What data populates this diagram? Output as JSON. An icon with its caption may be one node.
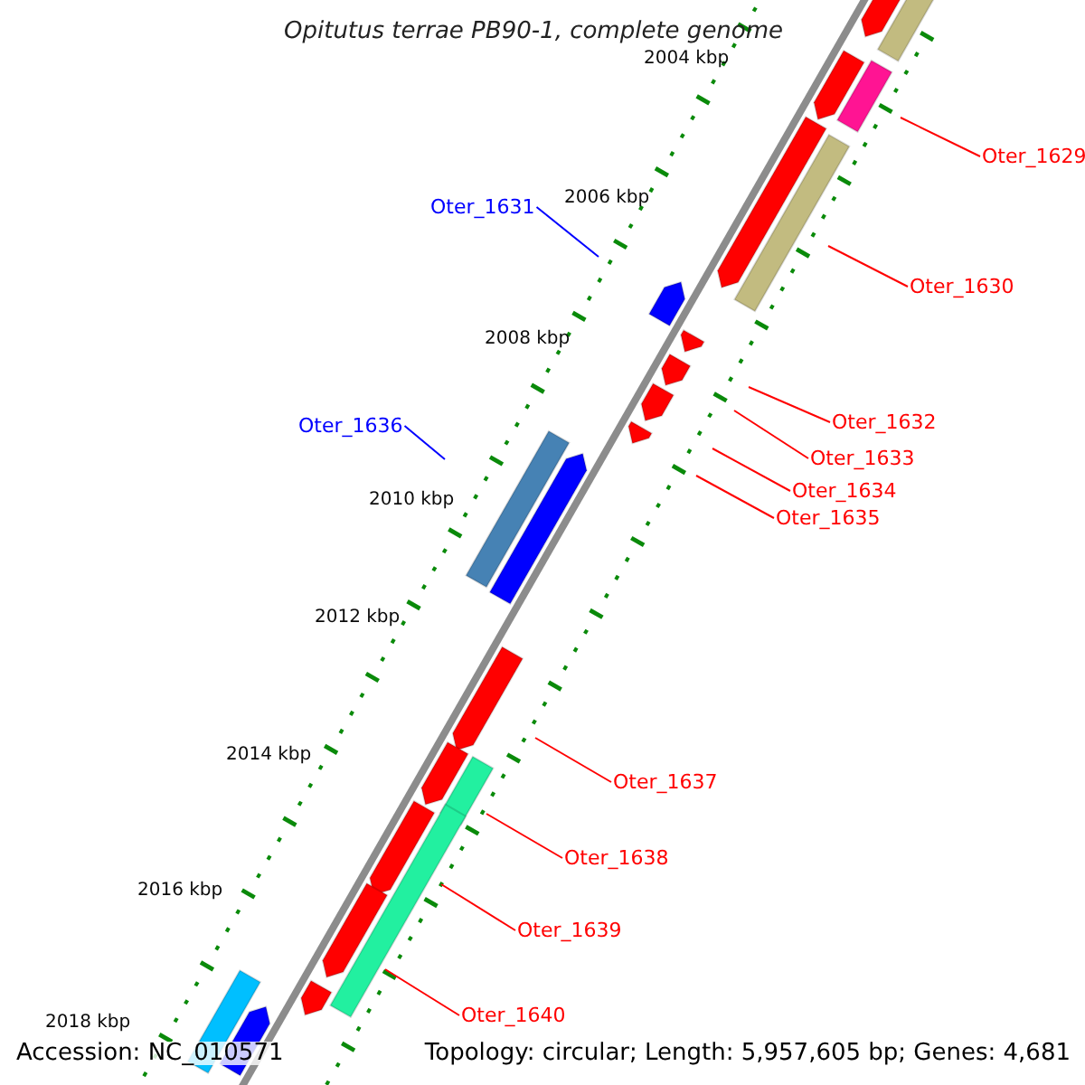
{
  "diagram": {
    "title": "Opitutus terrae PB90-1, complete genome",
    "nodes": [
      {
        "text": [
          "Oter_1629"
        ]
      },
      {
        "text": [
          "Oter_1631"
        ]
      },
      {
        "text": [
          "Oter_1630"
        ]
      },
      {
        "text": [
          "Oter_1632"
        ]
      },
      {
        "text": [
          "Oter_1636"
        ]
      },
      {
        "text": [
          "Oter_1633"
        ]
      },
      {
        "text": [
          "Oter_1634"
        ]
      },
      {
        "text": [
          "Oter_1635"
        ]
      },
      {
        "text": [
          "Oter_1637"
        ]
      },
      {
        "text": [
          "Oter_1638"
        ]
      },
      {
        "text": [
          "Oter_1639"
        ]
      },
      {
        "text": [
          "Oter_1640"
        ]
      }
    ],
    "edges": [
      {
        "from": 0,
        "to": null,
        "arrow": "none"
      },
      {
        "from": 1,
        "to": null,
        "arrow": "none",
        "color": "#0000ff"
      },
      {
        "from": 2,
        "to": null,
        "arrow": "none"
      },
      {
        "from": 3,
        "to": null,
        "arrow": "none"
      },
      {
        "from": 4,
        "to": null,
        "arrow": "none",
        "color": "#0000ff"
      },
      {
        "from": 5,
        "to": null,
        "arrow": "none"
      },
      {
        "from": 6,
        "to": null,
        "arrow": "none"
      },
      {
        "from": 7,
        "to": null,
        "arrow": "none"
      },
      {
        "from": 8,
        "to": null,
        "arrow": "none"
      },
      {
        "from": 9,
        "to": null,
        "arrow": "none"
      },
      {
        "from": 10,
        "to": null,
        "arrow": "none"
      },
      {
        "from": 11,
        "to": null,
        "arrow": "none"
      }
    ],
    "labels": [
      "2004 kbp",
      "2006 kbp",
      "2008 kbp",
      "2010 kbp",
      "2012 kbp",
      "2014 kbp",
      "2016 kbp",
      "2018 kbp",
      "Accession: NC_010571",
      "Topology: circular; Length: 5,957,605 bp; Genes: 4,681"
    ]
  }
}
